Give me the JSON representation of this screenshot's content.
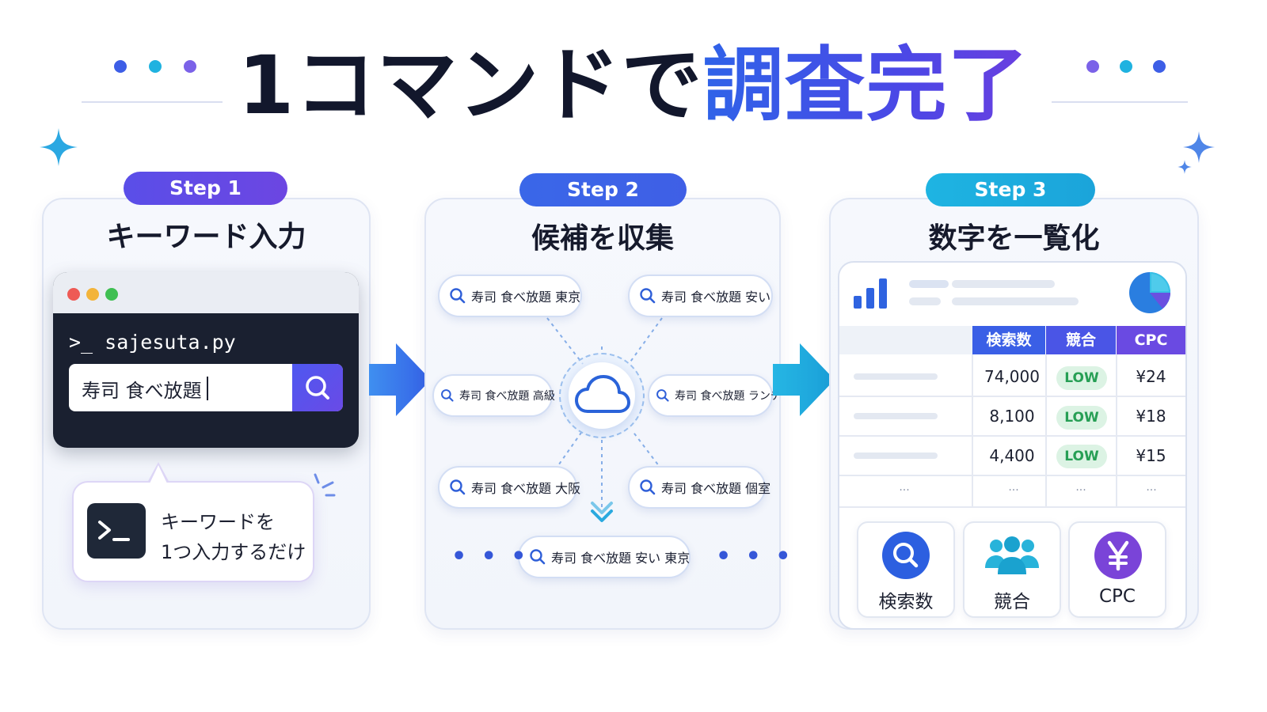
{
  "header": {
    "title_dark": "1コマンドで",
    "title_accent": "調査完了"
  },
  "colors": {
    "dark_text": "#12172c",
    "accent_blue": "#2f63e8",
    "accent_purple": "#6a3fe0",
    "step1_pill": "#5b4ce6",
    "step2_pill": "#3d63e6",
    "step3_pill": "#1ba8dc",
    "low_badge": "#279f55"
  },
  "steps": [
    {
      "pill": "Step 1",
      "title": "キーワード入力",
      "terminal": {
        "prompt": ">_ sajesuta.py",
        "search_value": "寿司 食べ放題",
        "search_icon": "search-icon"
      },
      "bubble": {
        "icon": "terminal-icon",
        "line1": "キーワードを",
        "line2": "1つ入力するだけ"
      }
    },
    {
      "pill": "Step 2",
      "title": "候補を収集",
      "center_icon": "cloud-icon",
      "chips": [
        "寿司 食べ放題 東京",
        "寿司 食べ放題 安い",
        "寿司 食べ放題 高級",
        "寿司 食べ放題 ランチ",
        "寿司 食べ放題 大阪",
        "寿司 食べ放題 個室",
        "寿司 食べ放題 安い 東京"
      ],
      "ellipsis": "• • •"
    },
    {
      "pill": "Step 3",
      "title": "数字を一覧化",
      "table": {
        "headers": [
          "検索数",
          "競合",
          "CPC"
        ],
        "rows": [
          {
            "volume": "74,000",
            "competition": "LOW",
            "cpc": "¥24"
          },
          {
            "volume": "8,100",
            "competition": "LOW",
            "cpc": "¥18"
          },
          {
            "volume": "4,400",
            "competition": "LOW",
            "cpc": "¥15"
          }
        ],
        "more": "..."
      },
      "cards": [
        {
          "icon": "search-icon",
          "label": "検索数"
        },
        {
          "icon": "users-icon",
          "label": "競合"
        },
        {
          "icon": "yen-icon",
          "label": "CPC"
        }
      ],
      "header_icons": [
        "bar-chart-icon",
        "pie-chart-icon"
      ]
    }
  ]
}
